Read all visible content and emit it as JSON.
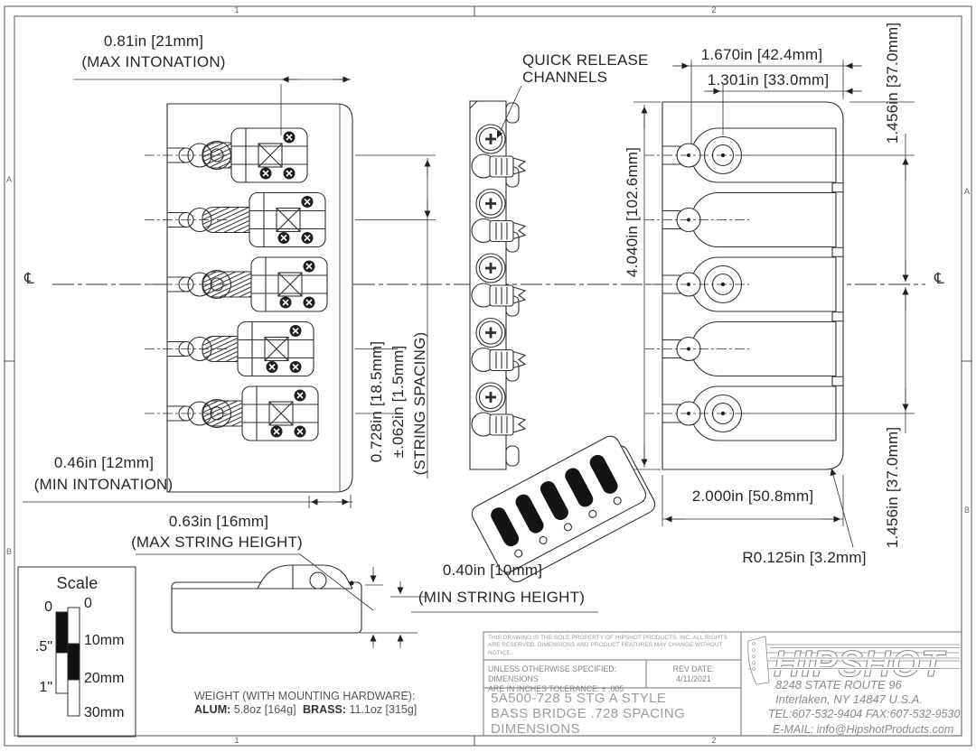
{
  "frame": {
    "zones_top": [
      "1",
      "2"
    ],
    "zones_side": [
      "A",
      "B"
    ],
    "centerline_symbol": "℄"
  },
  "dimensions": {
    "max_intonation_value": "0.81in [21mm]",
    "max_intonation_label": "(MAX INTONATION)",
    "min_intonation_value": "0.46in [12mm]",
    "min_intonation_label": "(MIN INTONATION)",
    "quick_release_line1": "QUICK RELEASE",
    "quick_release_line2": "CHANNELS",
    "string_spacing_value": "0.728in [18.5mm]",
    "string_spacing_tolerance": "±.062in [1.5mm]",
    "string_spacing_label": "(STRING SPACING)",
    "overall_length": "4.040in [102.6mm]",
    "hole_span_outer": "1.670in [42.4mm]",
    "hole_span_inner": "1.301in [33.0mm]",
    "first_string_to_center": "1.456in [37.0mm]",
    "center_to_last_string": "1.456in [37.0mm]",
    "body_width": "2.000in [50.8mm]",
    "corner_radius": "R0.125in [3.2mm]",
    "max_string_height_value": "0.63in [16mm]",
    "max_string_height_label": "(MAX STRING HEIGHT)",
    "min_string_height_value": "0.40in [10mm]",
    "min_string_height_label": "(MIN STRING HEIGHT)"
  },
  "scale_box": {
    "title": "Scale",
    "inch_zero": "0",
    "inch_half": ".5\"",
    "inch_one": "1\"",
    "mm_zero": "0",
    "mm_ten": "10mm",
    "mm_twenty": "20mm",
    "mm_thirty": "30mm"
  },
  "weight": {
    "heading": "WEIGHT (WITH MOUNTING HARDWARE):",
    "alum_label": "ALUM:",
    "alum_value": "5.8oz [164g]",
    "brass_label": "BRASS:",
    "brass_value": "11.1oz [315g]"
  },
  "title_block": {
    "legal": "THIS DRAWING IS THE SOLE PROPERTY OF HIPSHOT PRODUCTS, INC. ALL RIGHTS ARE RESERVED. DIMENSIONS AND PRODUCT FEATURES MAY CHANGE WITHOUT NOTICE.",
    "spec_line1": "UNLESS OTHERWISE SPECIFIED: DIMENSIONS",
    "spec_line2": "ARE IN INCHES TOLERANCE: ± .005",
    "rev_date_label": "REV DATE:",
    "rev_date": "4/11/2021",
    "title_line1": "5A500-728 5 STG A STYLE",
    "title_line2": "BASS BRIDGE .728 SPACING",
    "title_line3": "DIMENSIONS",
    "brand": "HIPSHOT",
    "address_line1": "8248 STATE ROUTE 96",
    "address_line2": "Interlaken, NY 14847 U.S.A.",
    "address_line3": "TEL:607-532-9404 FAX:607-532-9530",
    "address_line4": "E-MAIL: info@HipshotProducts.com"
  }
}
